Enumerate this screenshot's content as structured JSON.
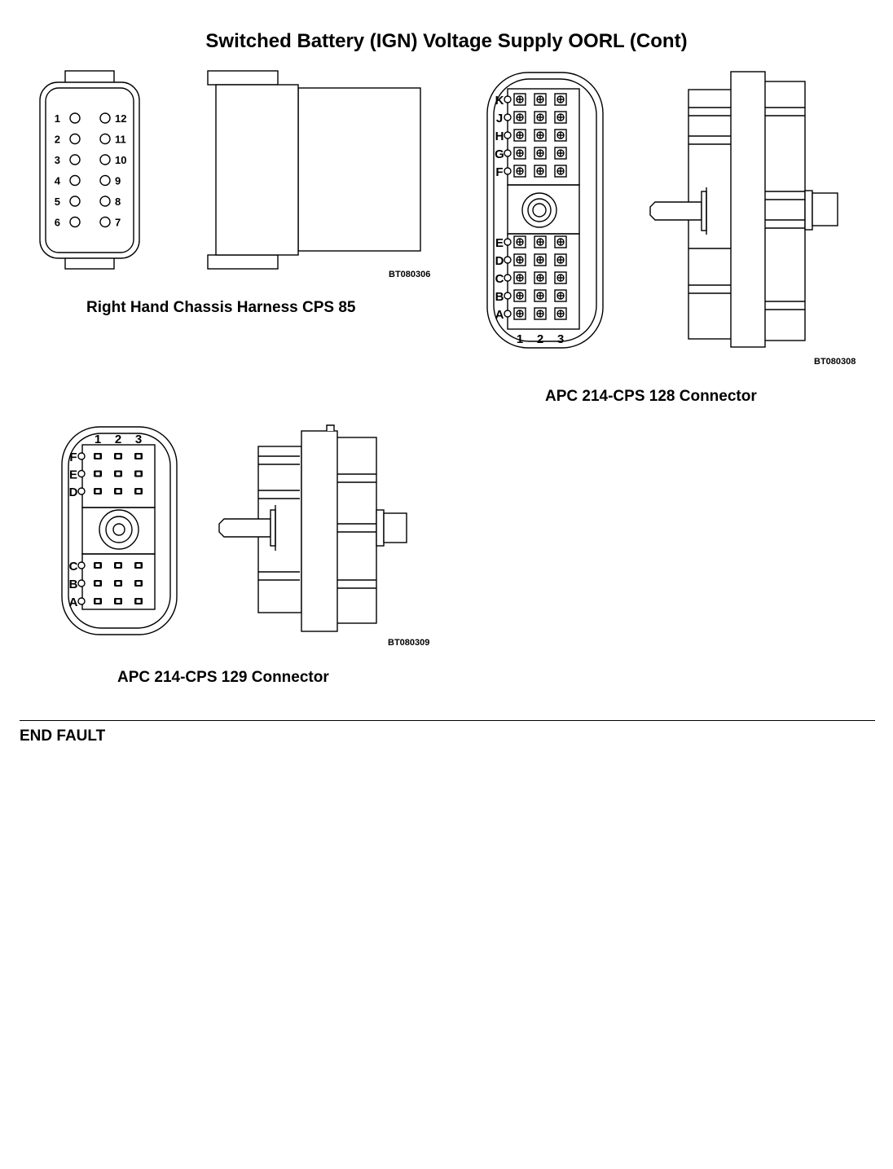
{
  "page": {
    "title": "Switched Battery (IGN) Voltage Supply OORL (Cont)",
    "end_fault": "END FAULT"
  },
  "figures": {
    "cps85": {
      "caption": "Right Hand Chassis Harness CPS 85",
      "figure_id": "BT080306",
      "pins_left": [
        "1",
        "2",
        "3",
        "4",
        "5",
        "6"
      ],
      "pins_right": [
        "12",
        "11",
        "10",
        "9",
        "8",
        "7"
      ]
    },
    "cps128": {
      "caption": "APC 214-CPS 128 Connector",
      "figure_id": "BT080308",
      "rows_top": [
        "K",
        "J",
        "H",
        "G",
        "F"
      ],
      "rows_bottom": [
        "E",
        "D",
        "C",
        "B",
        "A"
      ],
      "columns": [
        "1",
        "2",
        "3"
      ]
    },
    "cps129": {
      "caption": "APC 214-CPS 129 Connector",
      "figure_id": "BT080309",
      "rows_top": [
        "F",
        "E",
        "D"
      ],
      "rows_bottom": [
        "C",
        "B",
        "A"
      ],
      "columns": [
        "1",
        "2",
        "3"
      ]
    }
  }
}
